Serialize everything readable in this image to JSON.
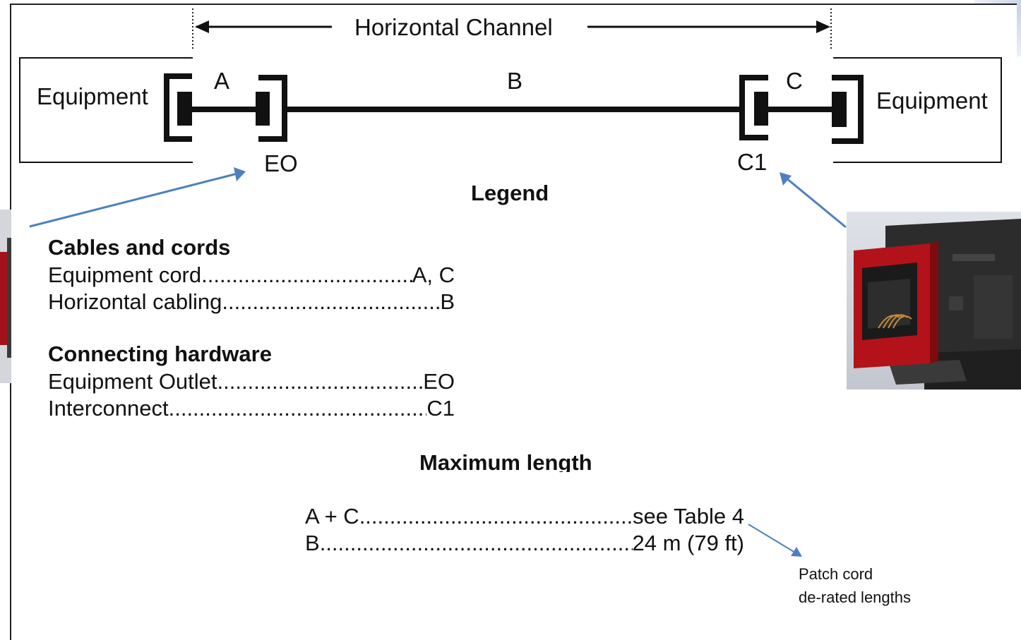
{
  "diagram": {
    "channel_label": "Horizontal Channel",
    "equipment_left": "Equipment",
    "equipment_right": "Equipment",
    "segment_a": "A",
    "segment_b": "B",
    "segment_c": "C",
    "connector_eo": "EO",
    "connector_c1": "C1"
  },
  "legend": {
    "title": "Legend",
    "cables_heading": "Cables and cords",
    "cables": [
      {
        "label": "Equipment cord ",
        "value": " A, C"
      },
      {
        "label": "Horizontal cabling",
        "value": "B"
      }
    ],
    "hardware_heading": "Connecting hardware",
    "hardware": [
      {
        "label": "Equipment Outlet",
        "value": "EO"
      },
      {
        "label": "Interconnect",
        "value": " C1"
      }
    ]
  },
  "max_length": {
    "title": "Maximum length",
    "rows": [
      {
        "label": "A + C  ",
        "value": " see Table 4"
      },
      {
        "label": "B  ",
        "value": "24 m (79 ft)"
      }
    ]
  },
  "callout_note": {
    "line1": "Patch cord",
    "line2": "de-rated lengths"
  },
  "colors": {
    "arrow_blue": "#4f7fbf",
    "jack_red": "#b3121a",
    "jack_black": "#2a2a2a"
  }
}
